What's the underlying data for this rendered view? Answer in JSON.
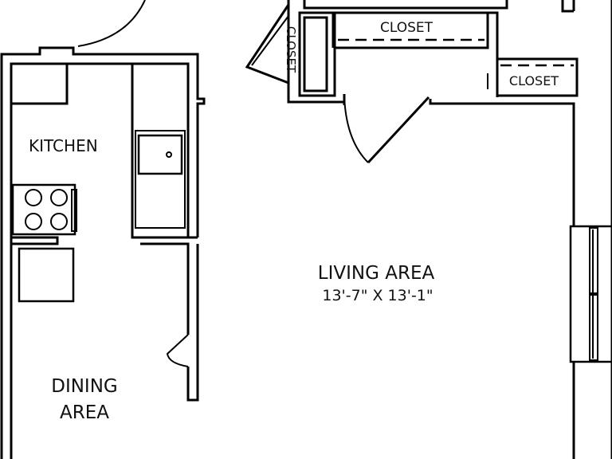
{
  "rooms": {
    "kitchen": "KITCHEN",
    "dining_line1": "DINING",
    "dining_line2": "AREA",
    "living_title": "LIVING AREA",
    "living_dims": "13'-7\" X 13'-1\"",
    "closet_top": "CLOSET",
    "closet_side": "CLOSET",
    "closet_right": "CLOSET"
  },
  "icons": [
    "sink-icon",
    "stove-icon",
    "door-swing-icon",
    "window-icon"
  ]
}
